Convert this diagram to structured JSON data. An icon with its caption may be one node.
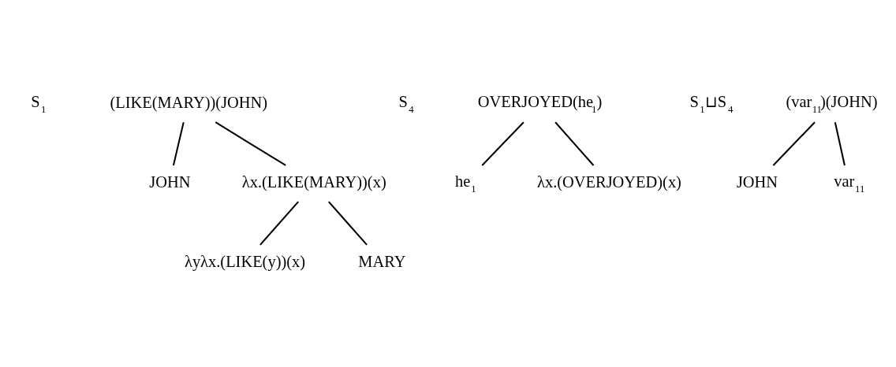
{
  "diagram": {
    "nodes": [
      {
        "text": [
          "(LIKE(MARY))(JOHN)"
        ],
        "beside": [
          "S$_{1}$"
        ]
      },
      {
        "text": [
          "JOHN"
        ]
      },
      {
        "text": [
          "λx.(LIKE(MARY))(x)"
        ]
      },
      {
        "text": [
          "λyλx.(LIKE(y))(x)"
        ]
      },
      {
        "text": [
          "MARY"
        ]
      },
      {
        "text": [
          "OVERJOYED(he$_{1}$)"
        ],
        "beside": [
          "S$_{4}$"
        ]
      },
      {
        "text": [
          "he$_{1}$"
        ]
      },
      {
        "text": [
          "λx.(OVERJOYED)(x)"
        ]
      },
      {
        "text": [
          "(var$_{11}$)(JOHN)"
        ],
        "beside": [
          "S$_{1}$⊔S$_{4}$"
        ]
      },
      {
        "text": [
          "JOHN"
        ]
      },
      {
        "text": [
          "var$_{11}$"
        ]
      }
    ],
    "edges": [
      {
        "from": 0,
        "to": 1,
        "arrow": "none"
      },
      {
        "from": 0,
        "to": 2,
        "arrow": "none"
      },
      {
        "from": 2,
        "to": 3,
        "arrow": "none"
      },
      {
        "from": 2,
        "to": 4,
        "arrow": "none"
      },
      {
        "from": 5,
        "to": 6,
        "arrow": "none"
      },
      {
        "from": 5,
        "to": 7,
        "arrow": "none"
      },
      {
        "from": 8,
        "to": 9,
        "arrow": "none"
      },
      {
        "from": 8,
        "to": 10,
        "arrow": "none"
      }
    ]
  }
}
